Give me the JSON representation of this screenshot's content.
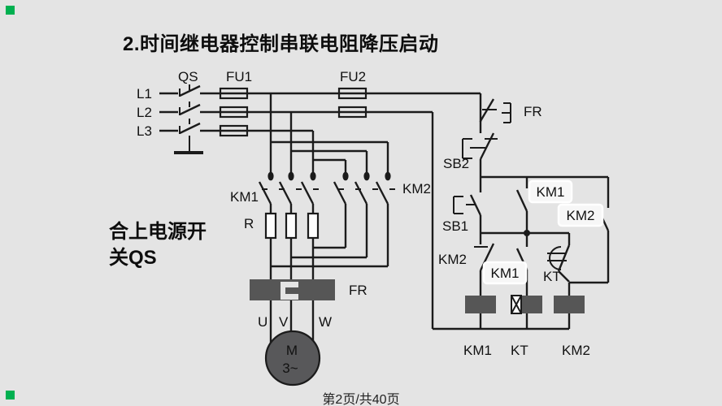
{
  "page": {
    "title": "2.时间继电器控制串联电阻降压启动",
    "note_line1": "合上电源开",
    "note_line2": "关QS",
    "page_indicator": "第2页/共40页"
  },
  "labels": {
    "l1": "L1",
    "l2": "L2",
    "l3": "L3",
    "qs": "QS",
    "fu1": "FU1",
    "fu2": "FU2",
    "km1_main": "KM1",
    "km2_main": "KM2",
    "r": "R",
    "fr_heater": "FR",
    "u": "U",
    "v": "V",
    "w": "W",
    "motor_m": "M",
    "motor_phase": "3~",
    "fr_contact": "FR",
    "sb2": "SB2",
    "sb1": "SB1",
    "km1_selfhold": "KM1",
    "km2_selfhold": "KM2",
    "km2_interlock": "KM2",
    "km1_aux": "KM1",
    "kt_contact": "KT",
    "coil_km1": "KM1",
    "coil_kt": "KT",
    "coil_km2": "KM2"
  },
  "colors": {
    "background": "#e4e4e4",
    "line": "#1b1b1b",
    "component_fill": "#565656",
    "resistor_fill": "#fdfdfd",
    "label_box": "#f7f7f7",
    "corner_marker": "#00b050"
  }
}
